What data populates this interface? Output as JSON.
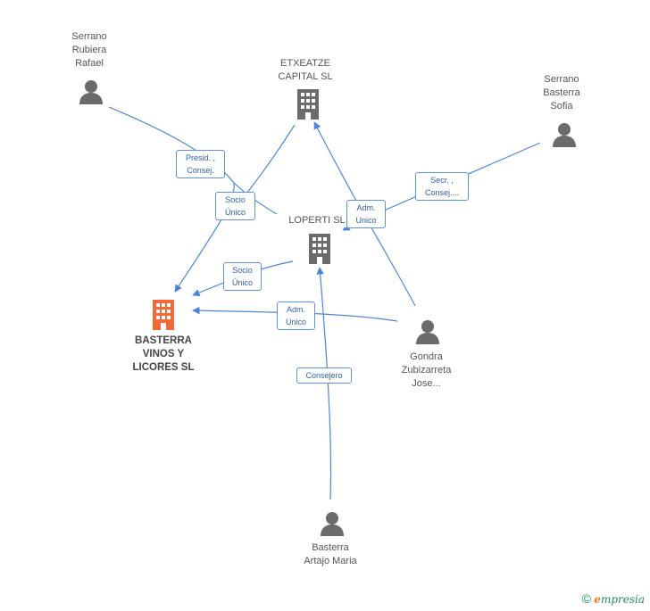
{
  "nodes": {
    "serrano_rubiera": {
      "label": "Serrano\nRubiera\nRafael",
      "kind": "person"
    },
    "etxeatze": {
      "label": "ETXEATZE\nCAPITAL SL",
      "kind": "company"
    },
    "serrano_basterra": {
      "label": "Serrano\nBasterra\nSofia",
      "kind": "person"
    },
    "loperti": {
      "label": "LOPERTI SL",
      "kind": "company"
    },
    "basterra_vinos": {
      "label": "BASTERRA\nVINOS Y\nLICORES SL",
      "kind": "company-main"
    },
    "gondra": {
      "label": "Gondra\nZubizarreta\nJose...",
      "kind": "person"
    },
    "basterra_artajo": {
      "label": "Basterra\nArtajo Maria",
      "kind": "person"
    }
  },
  "edges": {
    "presid": "Presid. ,\nConsej.",
    "socio_unico_1": "Socio\nÚnico",
    "adm_unico_1": "Adm.\nUnico",
    "secr": "Secr. ,\nConsej....",
    "socio_unico_2": "Socio\nÚnico",
    "adm_unico_2": "Adm.\nUnico",
    "consejero": "Consejero"
  },
  "colors": {
    "edge": "#4a86d8",
    "person_icon": "#6b6b6b",
    "company_icon": "#6b6b6b",
    "main_company_icon": "#f26a38"
  },
  "branding": {
    "copyright": "©",
    "logo": "mpresia",
    "logo_initial": "e"
  }
}
